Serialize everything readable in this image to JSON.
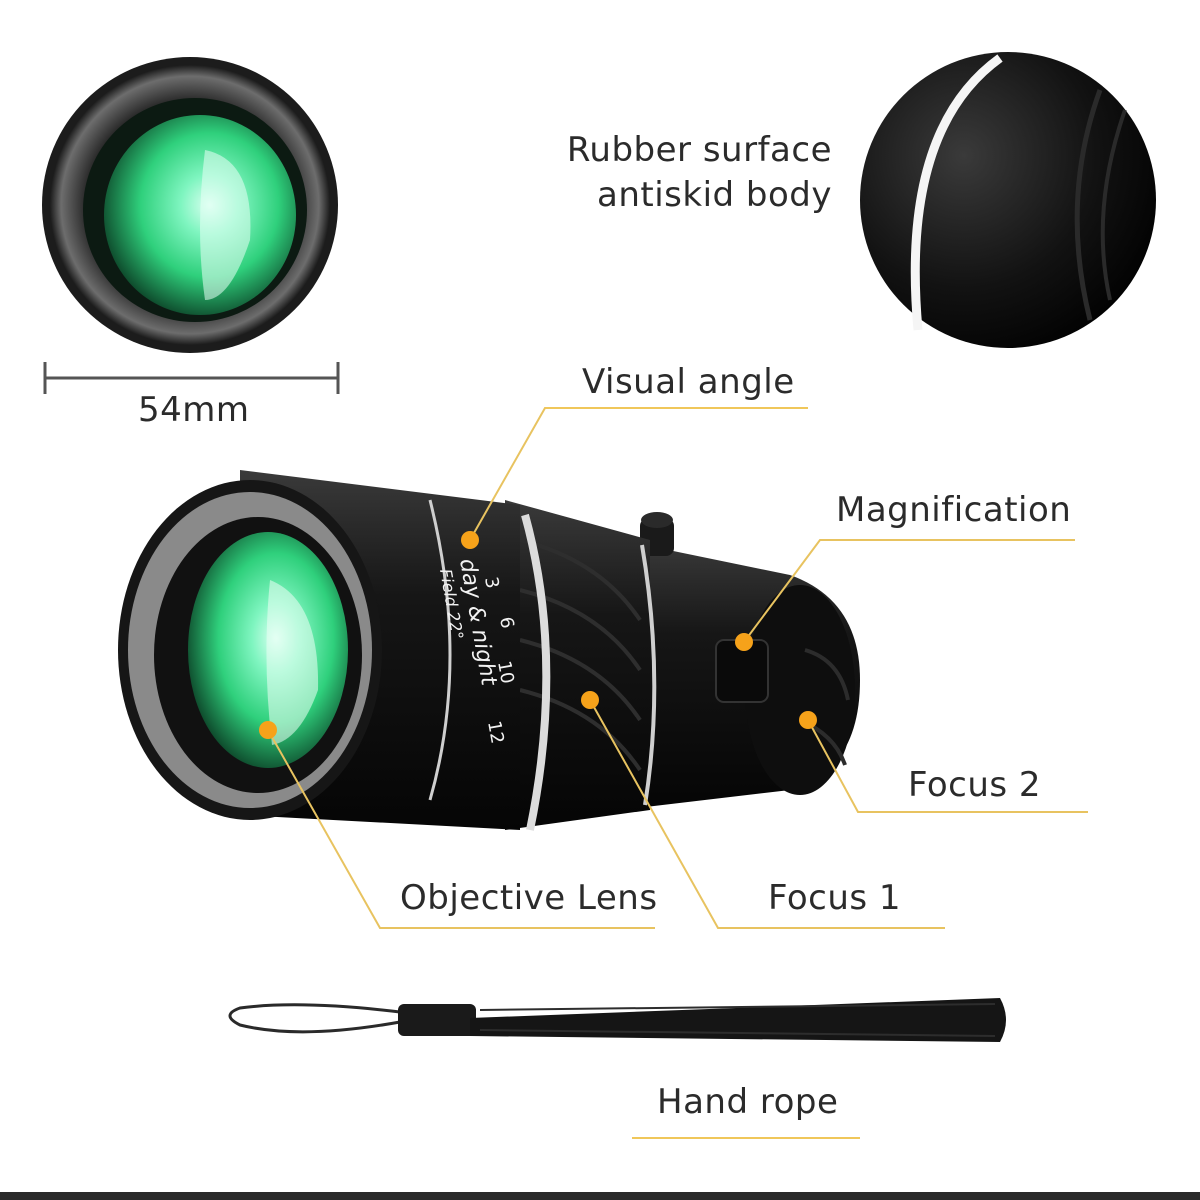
{
  "labels": {
    "rubber_line1": "Rubber surface",
    "rubber_line2": "antiskid body",
    "size": "54mm",
    "visual_angle": "Visual angle",
    "magnification": "Magnification",
    "focus2": "Focus 2",
    "objective_lens": "Objective Lens",
    "focus1": "Focus 1",
    "hand_rope": "Hand rope"
  },
  "ring_markings": {
    "mode": "day & night",
    "field": "Field 22°",
    "scale": [
      "3",
      "6",
      "10",
      "12"
    ]
  },
  "colors": {
    "accent_gold": "#f0c75a",
    "dot_orange": "#f6a21a",
    "lens_green": "#3fe08f",
    "body_black": "#141414"
  }
}
